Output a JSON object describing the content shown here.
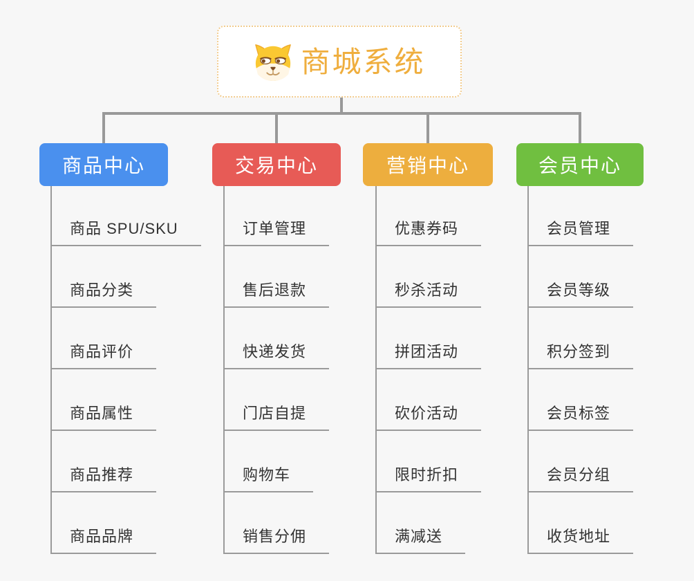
{
  "palette": {
    "page_bg": "#f7f7f7",
    "accent": "#efae3e",
    "connector": "#999999",
    "underline": "#9a9a9a",
    "item_text": "#333333",
    "node_text": "#ffffff",
    "root_border": "#f2cc8e",
    "root_bg": "#ffffff"
  },
  "root": {
    "title": "商城系统",
    "icon": "dog-face-icon"
  },
  "branches": [
    {
      "label": "商品中心",
      "color": "#4a90ee",
      "items": [
        "商品 SPU/SKU",
        "商品分类",
        "商品评价",
        "商品属性",
        "商品推荐",
        "商品品牌"
      ]
    },
    {
      "label": "交易中心",
      "color": "#e75b56",
      "items": [
        "订单管理",
        "售后退款",
        "快递发货",
        "门店自提",
        "购物车",
        "销售分佣"
      ]
    },
    {
      "label": "营销中心",
      "color": "#edae3e",
      "items": [
        "优惠券码",
        "秒杀活动",
        "拼团活动",
        "砍价活动",
        "限时折扣",
        "满减送"
      ]
    },
    {
      "label": "会员中心",
      "color": "#70bf40",
      "items": [
        "会员管理",
        "会员等级",
        "积分签到",
        "会员标签",
        "会员分组",
        "收货地址"
      ]
    }
  ]
}
